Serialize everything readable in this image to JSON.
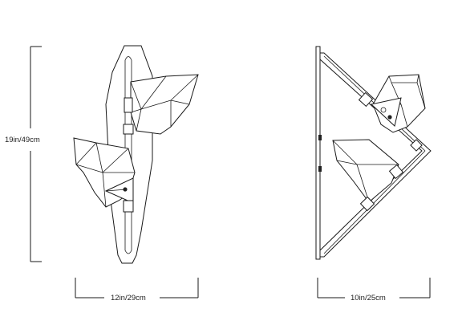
{
  "dimensions": {
    "height_label": "19in/49cm",
    "front_width_label": "12in/29cm",
    "side_depth_label": "10in/25cm"
  },
  "colors": {
    "line": "#1a1a1a",
    "background": "#ffffff"
  }
}
